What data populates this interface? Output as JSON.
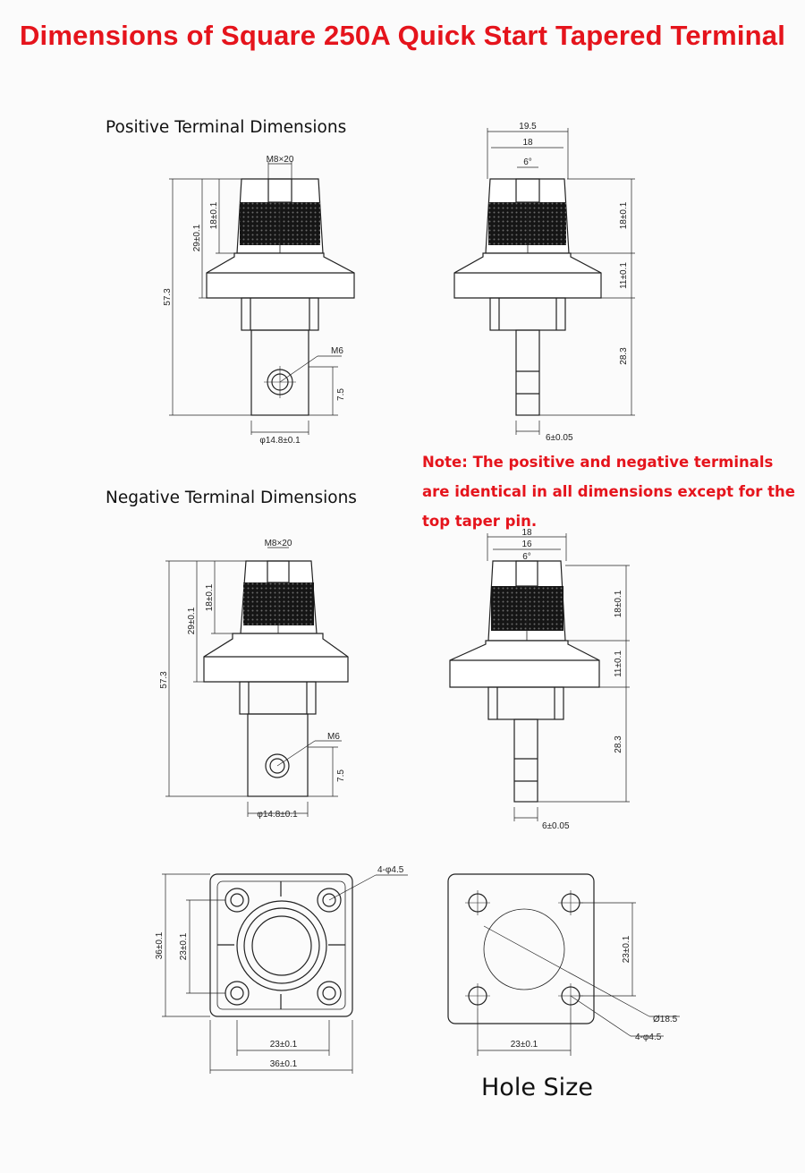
{
  "title": "Dimensions of Square 250A Quick Start Tapered Terminal",
  "positive_label": "Positive Terminal Dimensions",
  "negative_label": "Negative Terminal Dimensions",
  "note": "Note: The positive and negative terminals are identical in all dimensions except for the top taper pin.",
  "hole_label": "Hole Size",
  "colors": {
    "title": "#e5141c",
    "note": "#e5141c",
    "line": "#222222",
    "knurl": "#151515"
  },
  "positive": {
    "front": {
      "m_top": "M8×20",
      "d1": "18±0.1",
      "d2": "29±0.1",
      "d3": "57.3",
      "thread": "M6",
      "d4": "7.5",
      "width": "φ14.8±0.1"
    },
    "side": {
      "w1": "19.5",
      "w2": "18",
      "taper": "6°",
      "h1": "18±0.1",
      "h2": "11±0.1",
      "h3": "28.3",
      "pin": "6±0.05"
    }
  },
  "negative": {
    "front": {
      "m_top": "M8×20",
      "d1": "18±0.1",
      "d2": "29±0.1",
      "d3": "57.3",
      "thread": "M6",
      "d4": "7.5",
      "width": "φ14.8±0.1"
    },
    "side": {
      "w1": "18",
      "w2": "16",
      "taper": "6°",
      "h1": "18±0.1",
      "h2": "11±0.1",
      "h3": "28.3",
      "pin": "6±0.05"
    }
  },
  "flange": {
    "holes": "4-φ4.5",
    "side": "36±0.1",
    "inner": "23±0.1",
    "inner_h": "23±0.1",
    "outer_h": "36±0.1"
  },
  "hole": {
    "inner_h": "23±0.1",
    "inner_w": "23±0.1",
    "center": "Ø18.5",
    "holes": "4-φ4.5"
  }
}
